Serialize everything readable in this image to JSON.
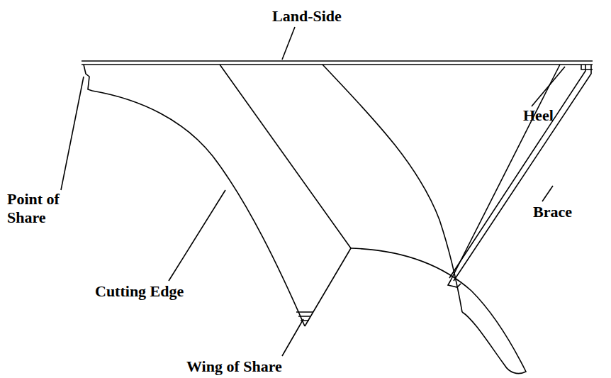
{
  "diagram": {
    "labels": [
      "Land-Side",
      "Heel",
      "Point of Share",
      "Brace",
      "Cutting Edge",
      "Wing of Share"
    ]
  }
}
